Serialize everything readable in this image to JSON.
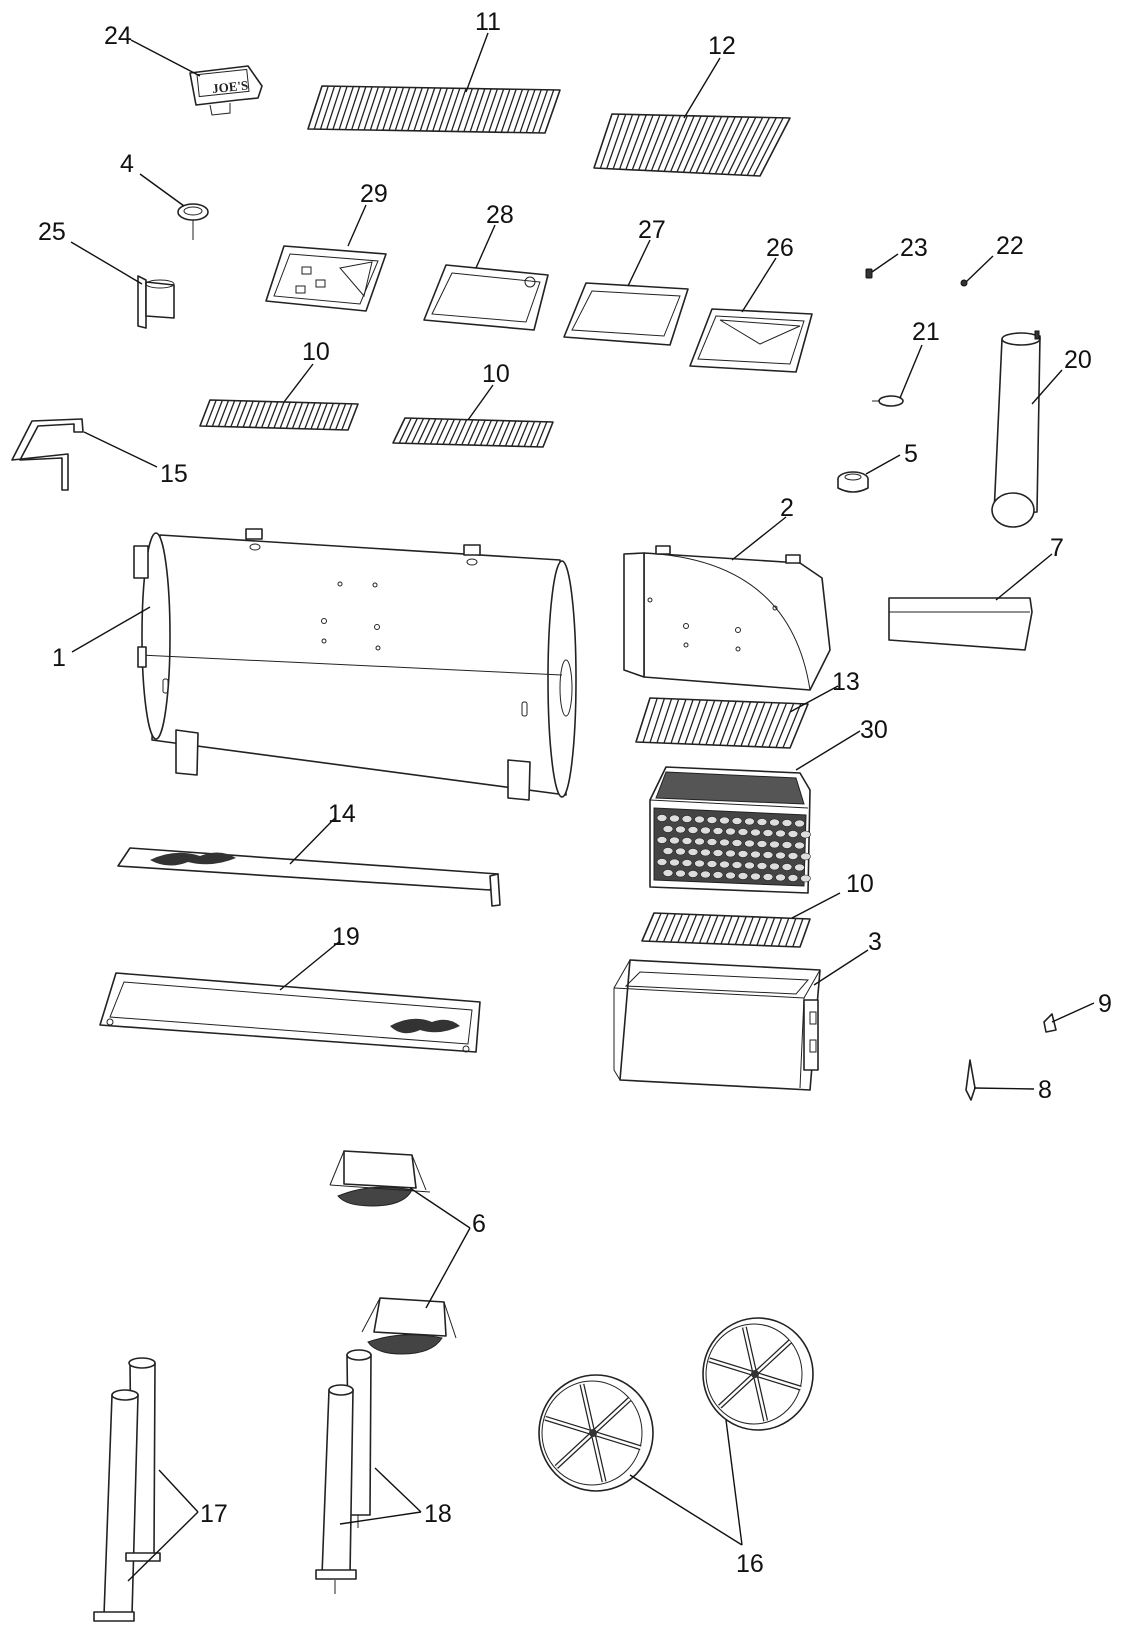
{
  "diagram": {
    "callouts": [
      {
        "id": "c1",
        "text": "1"
      },
      {
        "id": "c2",
        "text": "2"
      },
      {
        "id": "c3",
        "text": "3"
      },
      {
        "id": "c4",
        "text": "4"
      },
      {
        "id": "c5",
        "text": "5"
      },
      {
        "id": "c6",
        "text": "6"
      },
      {
        "id": "c7",
        "text": "7"
      },
      {
        "id": "c8",
        "text": "8"
      },
      {
        "id": "c9",
        "text": "9"
      },
      {
        "id": "c10a",
        "text": "10"
      },
      {
        "id": "c10b",
        "text": "10"
      },
      {
        "id": "c10c",
        "text": "10"
      },
      {
        "id": "c11",
        "text": "11"
      },
      {
        "id": "c12",
        "text": "12"
      },
      {
        "id": "c13",
        "text": "13"
      },
      {
        "id": "c14",
        "text": "14"
      },
      {
        "id": "c15",
        "text": "15"
      },
      {
        "id": "c16",
        "text": "16"
      },
      {
        "id": "c17",
        "text": "17"
      },
      {
        "id": "c18",
        "text": "18"
      },
      {
        "id": "c19",
        "text": "19"
      },
      {
        "id": "c20",
        "text": "20"
      },
      {
        "id": "c21",
        "text": "21"
      },
      {
        "id": "c22",
        "text": "22"
      },
      {
        "id": "c23",
        "text": "23"
      },
      {
        "id": "c24",
        "text": "24"
      },
      {
        "id": "c25",
        "text": "25"
      },
      {
        "id": "c26",
        "text": "26"
      },
      {
        "id": "c27",
        "text": "27"
      },
      {
        "id": "c28",
        "text": "28"
      },
      {
        "id": "c29",
        "text": "29"
      },
      {
        "id": "c30",
        "text": "30"
      }
    ],
    "logo_plate_text": "JOE'S"
  }
}
